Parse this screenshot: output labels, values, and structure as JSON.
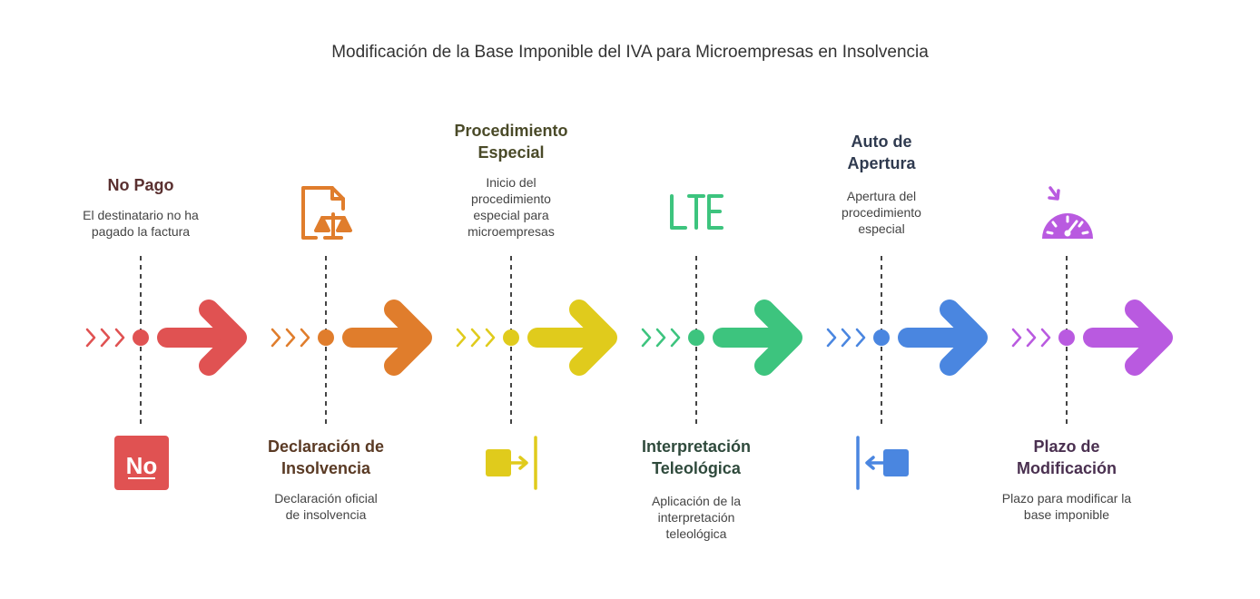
{
  "title": "Modificación de la Base Imponible del IVA para Microempresas en Insolvencia",
  "steps": [
    {
      "title": "No Pago",
      "description": "El destinatario no ha pagado la factura",
      "color": "#e05252",
      "title_color": "#5a3030",
      "icon": "no-icon",
      "position": "top"
    },
    {
      "title": "Declaración de Insolvencia",
      "description": "Declaración oficial de insolvencia",
      "color": "#e07d2c",
      "title_color": "#5a3a24",
      "icon": "legal-document-scale-icon",
      "position": "bottom"
    },
    {
      "title": "Procedimiento Especial",
      "description": "Inicio del procedimiento especial para microempresas",
      "color": "#e0cb1c",
      "title_color": "#4a4a28",
      "icon": "arrow-to-line-icon",
      "position": "top"
    },
    {
      "title": "Interpretación Teleológica",
      "description": "Aplicación de la interpretación teleológica",
      "color": "#3dc47e",
      "title_color": "#2f4a3c",
      "icon": "lte-icon",
      "position": "bottom"
    },
    {
      "title": "Auto de Apertura",
      "description": "Apertura del procedimiento especial",
      "color": "#4a86e0",
      "title_color": "#2f3a4f",
      "icon": "arrow-from-line-icon",
      "position": "top"
    },
    {
      "title": "Plazo de Modificación",
      "description": "Plazo para modificar la base imponible",
      "color": "#b95ae0",
      "title_color": "#4a3050",
      "icon": "gauge-icon",
      "position": "bottom"
    }
  ]
}
